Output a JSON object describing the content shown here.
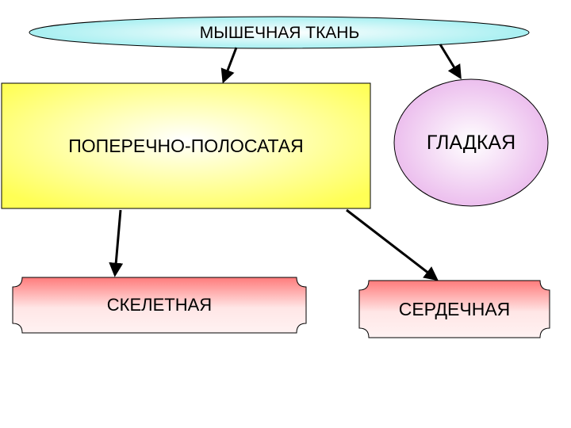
{
  "diagram": {
    "root": {
      "label": "МЫШЕЧНАЯ ТКАНЬ"
    },
    "striated": {
      "label": "ПОПЕРЕЧНО-ПОЛОСАТАЯ"
    },
    "smooth": {
      "label": "ГЛАДКАЯ"
    },
    "skeletal": {
      "label": "СКЕЛЕТНАЯ"
    },
    "cardiac": {
      "label": "СЕРДЕЧНАЯ"
    }
  },
  "colors": {
    "root_fill": "#c9f7f7",
    "striated_fill": "#ffff66",
    "smooth_fill": "#f2c8f2",
    "leaf_fill": "#ff8a8a"
  }
}
